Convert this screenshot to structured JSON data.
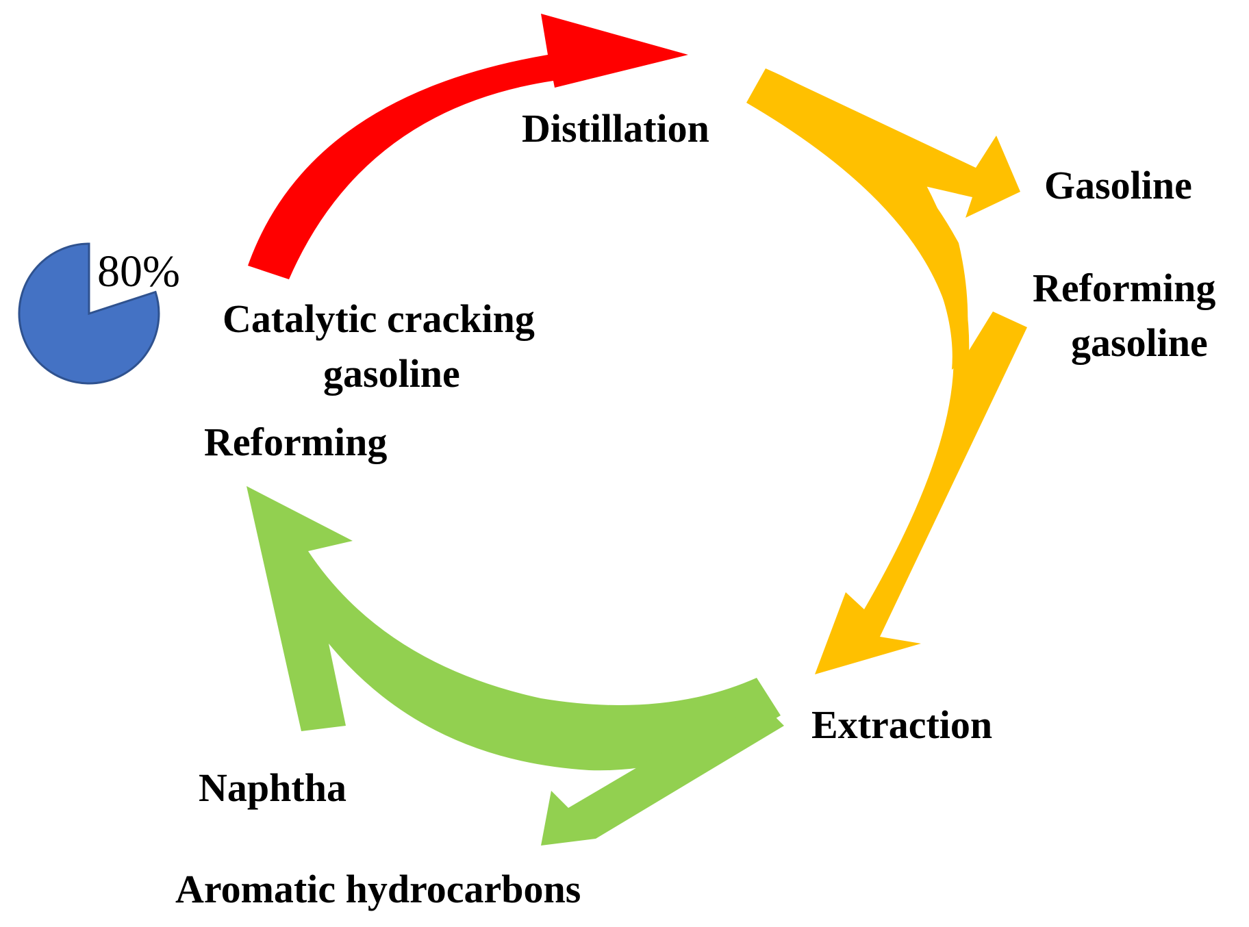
{
  "labels": {
    "distillation": "Distillation",
    "gasoline": "Gasoline",
    "reforming_gasoline_line1": "Reforming",
    "reforming_gasoline_line2": "gasoline",
    "catalytic_line1": "Catalytic cracking",
    "catalytic_line2": "gasoline",
    "reforming": "Reforming",
    "extraction": "Extraction",
    "naphtha": "Naphtha",
    "aromatic": "Aromatic hydrocarbons"
  },
  "pie": {
    "label": "80%",
    "fraction": 0.8,
    "color": "#4472C4"
  },
  "colors": {
    "red_arrow": "#FF0000",
    "orange_arrow": "#FFC000",
    "green_arrow": "#92D050"
  }
}
